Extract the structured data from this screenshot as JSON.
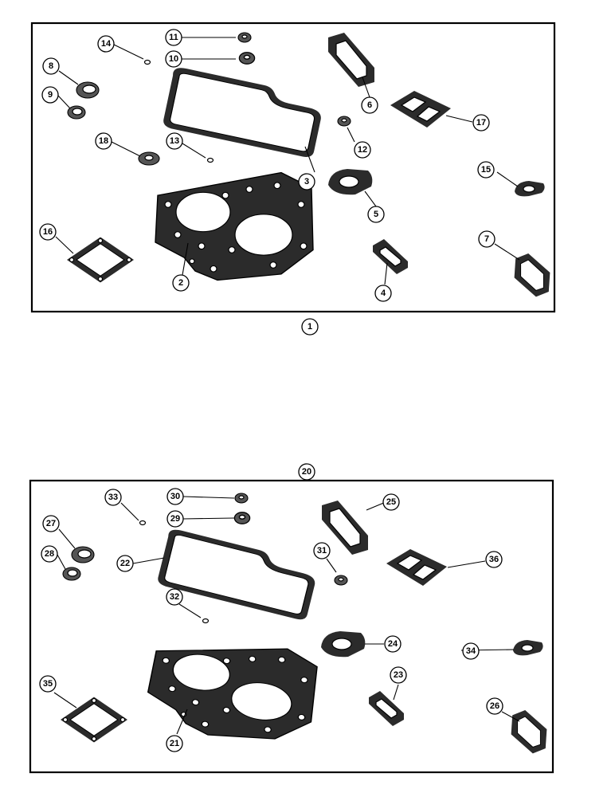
{
  "top_panel": {
    "kit_label": "1",
    "callouts": [
      "2",
      "3",
      "4",
      "5",
      "6",
      "7",
      "8",
      "9",
      "10",
      "11",
      "12",
      "13",
      "14",
      "15",
      "16",
      "17",
      "18"
    ]
  },
  "bottom_panel": {
    "kit_label": "20",
    "callouts": [
      "21",
      "22",
      "23",
      "24",
      "25",
      "26",
      "27",
      "28",
      "29",
      "30",
      "31",
      "32",
      "33",
      "34",
      "35",
      "36"
    ]
  }
}
